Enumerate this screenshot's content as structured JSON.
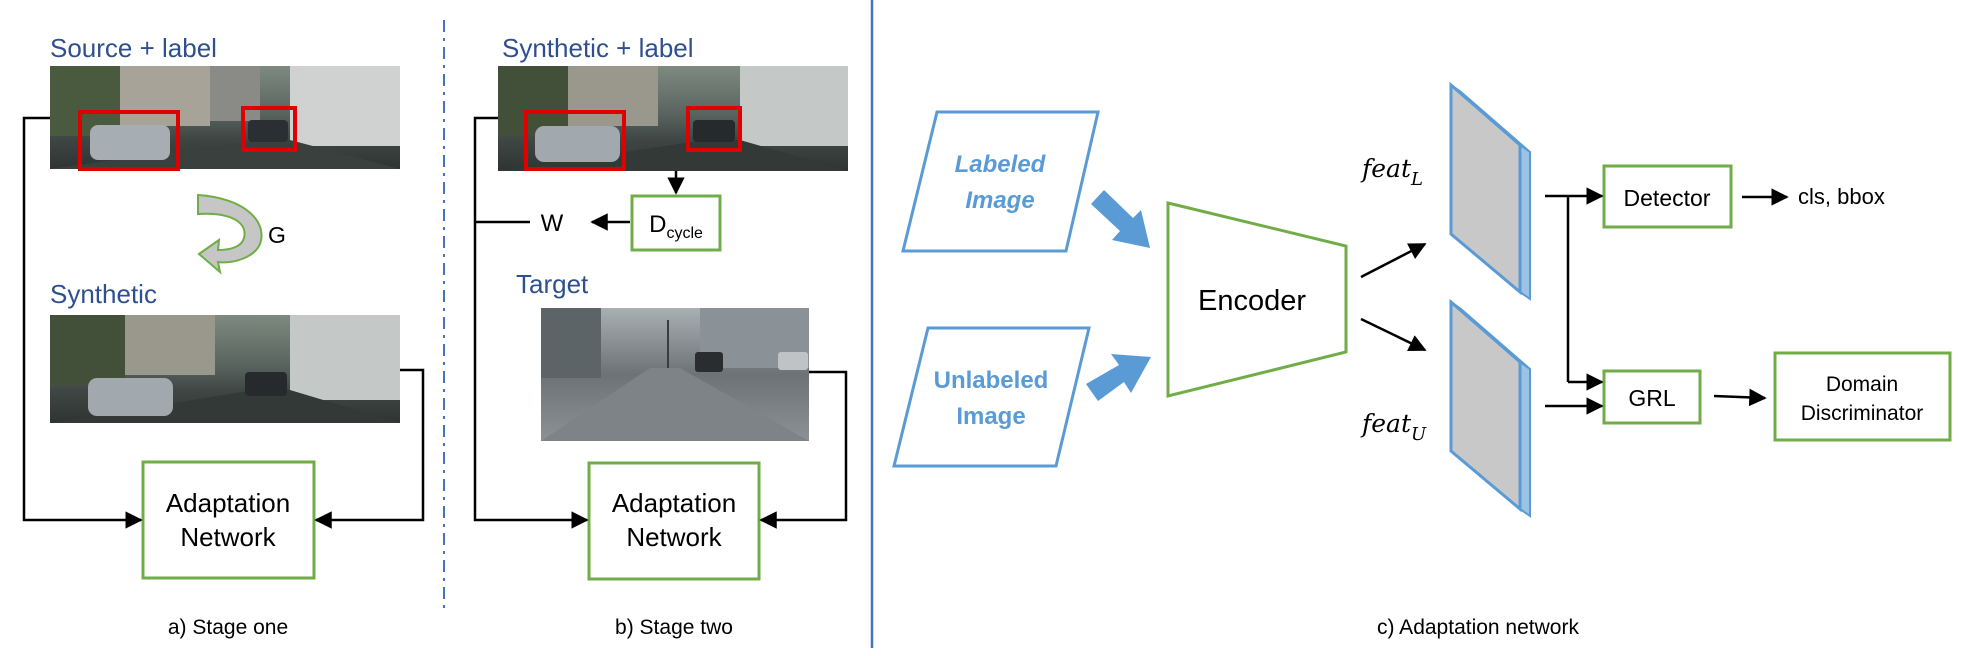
{
  "stage_one": {
    "source_label": "Source + label",
    "synthetic_label": "Synthetic",
    "generator": "G",
    "adaptation_line1": "Adaptation",
    "adaptation_line2": "Network",
    "caption": "a) Stage one"
  },
  "stage_two": {
    "synthetic_label": "Synthetic + label",
    "target_label": "Target",
    "weight": "W",
    "dcycle_main": "D",
    "dcycle_sub": "cycle",
    "adaptation_line1": "Adaptation",
    "adaptation_line2": "Network",
    "caption": "b) Stage two"
  },
  "stage_three": {
    "labeled_line1": "Labeled",
    "labeled_line2": "Image",
    "unlabeled_line1": "Unlabeled",
    "unlabeled_line2": "Image",
    "encoder": "Encoder",
    "feat_l_main": "feat",
    "feat_l_sub": "L",
    "feat_u_main": "feat",
    "feat_u_sub": "U",
    "detector": "Detector",
    "grl": "GRL",
    "output": "cls, bbox",
    "discriminator_line1": "Domain",
    "discriminator_line2": "Discriminator",
    "caption": "c) Adaptation network"
  },
  "colors": {
    "title_blue": "#2f4f8f",
    "box_green": "#70ad47",
    "image_blue": "#5b9bd5",
    "bbox_red": "#e00000",
    "divider_blue": "#4472c4",
    "arrow_fill": "#5b9bd5",
    "feat_gray": "#c8c8c8"
  }
}
